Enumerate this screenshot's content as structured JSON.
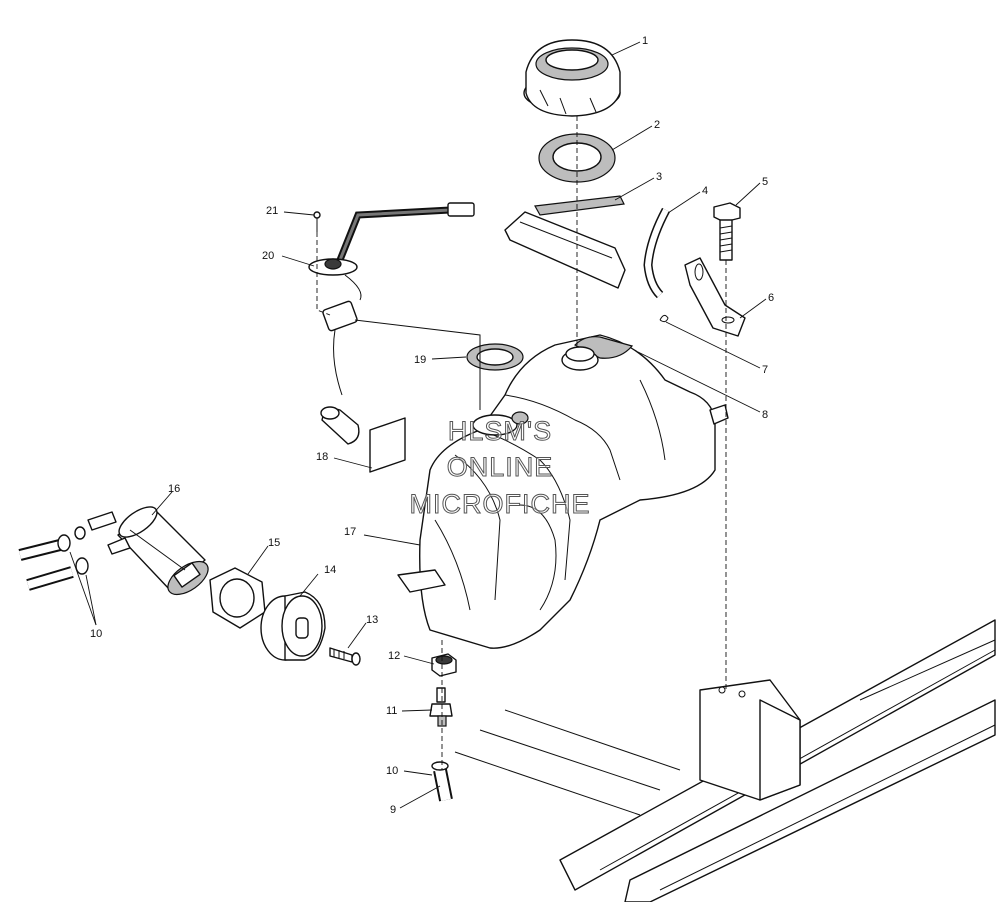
{
  "watermark": {
    "line1": "HLSM'S",
    "line2": "ONLINE",
    "line3": "MICROFICHE"
  },
  "callouts": {
    "c1": "1",
    "c2": "2",
    "c3": "3",
    "c4": "4",
    "c5": "5",
    "c6": "6",
    "c7": "7",
    "c8": "8",
    "c9": "9",
    "c10a": "10",
    "c10b": "10",
    "c11": "11",
    "c12": "12",
    "c13": "13",
    "c14": "14",
    "c15": "15",
    "c16": "16",
    "c17": "17",
    "c18": "18",
    "c19": "19",
    "c20": "20",
    "c21": "21"
  }
}
